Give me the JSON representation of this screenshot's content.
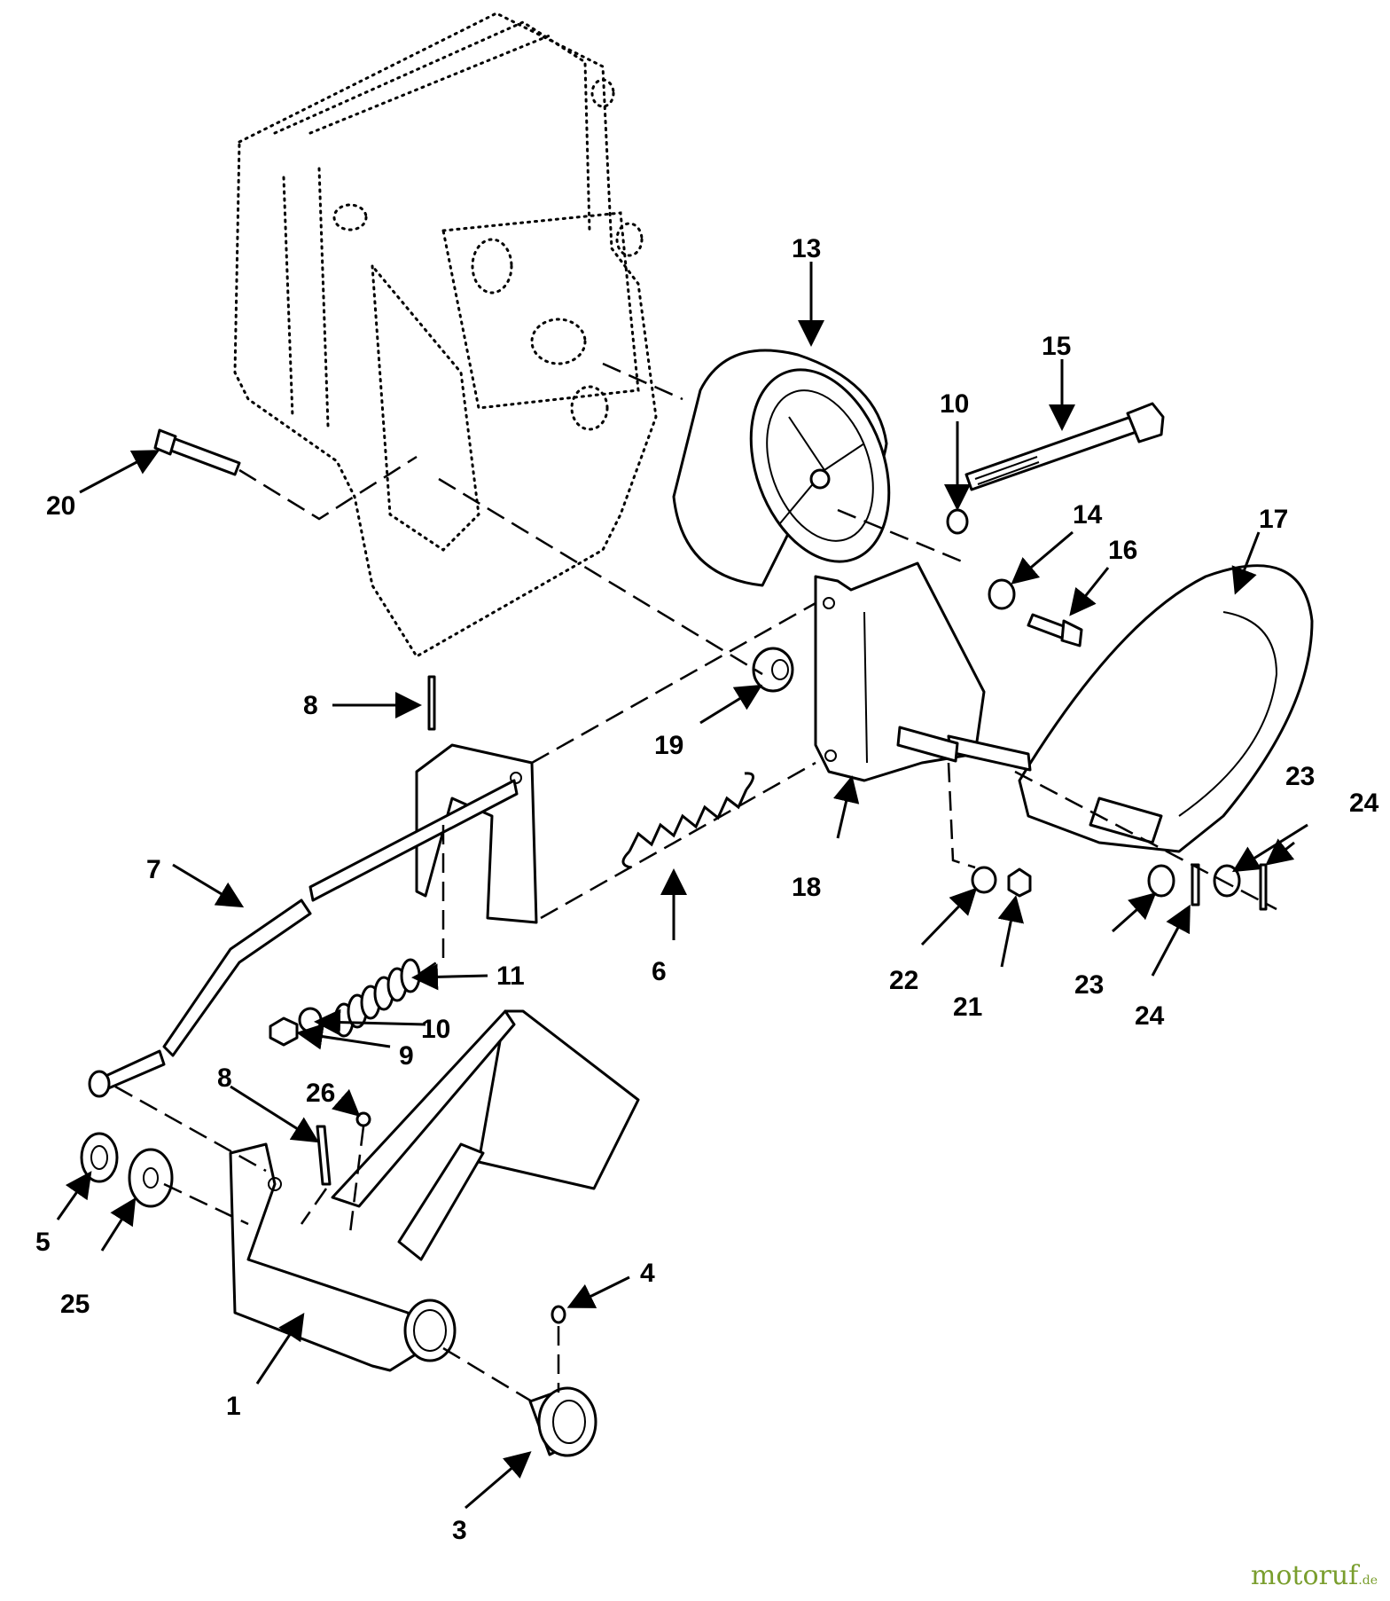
{
  "callouts": [
    "1",
    "3",
    "4",
    "5",
    "6",
    "7",
    "8",
    "8",
    "9",
    "10",
    "10",
    "11",
    "13",
    "14",
    "15",
    "16",
    "17",
    "18",
    "19",
    "20",
    "21",
    "22",
    "23",
    "23",
    "24",
    "24",
    "25",
    "26"
  ],
  "watermark": {
    "main": "motoruf",
    "suffix": ".de",
    "color": "#7a9e2e"
  }
}
